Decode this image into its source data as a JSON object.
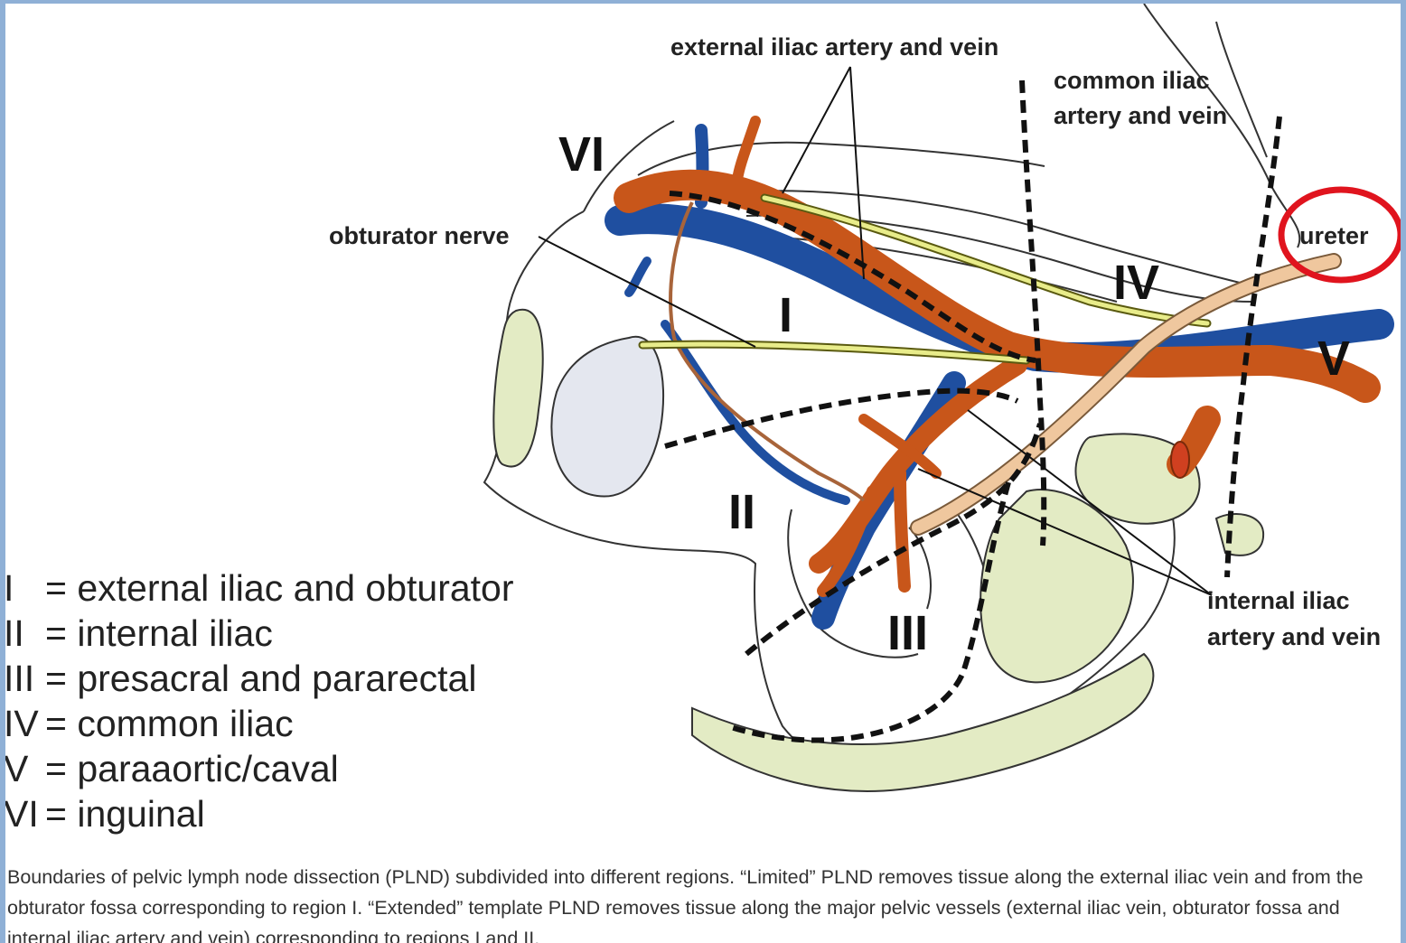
{
  "labels": {
    "external_iliac": "external iliac artery and vein",
    "common_iliac_line1": "common iliac",
    "common_iliac_line2": "artery and vein",
    "obturator_nerve": "obturator nerve",
    "ureter": "ureter",
    "internal_iliac_line1": "internal iliac",
    "internal_iliac_line2": "artery and vein"
  },
  "regions": {
    "I": "I",
    "II": "II",
    "III": "III",
    "IV": "IV",
    "V": "V",
    "VI": "VI"
  },
  "legend": [
    {
      "num": "I",
      "desc": "= external iliac and obturator"
    },
    {
      "num": "II",
      "desc": "= internal iliac"
    },
    {
      "num": "III",
      "desc": "= presacral and pararectal"
    },
    {
      "num": "IV",
      "desc": "= common iliac"
    },
    {
      "num": "V",
      "desc": "= paraaortic/caval"
    },
    {
      "num": "VI",
      "desc": "= inguinal"
    }
  ],
  "caption": "Boundaries of pelvic lymph node dissection (PLND) subdivided into different regions. “Limited” PLND removes tissue along the external iliac vein and  from the obturator fossa corresponding to region I. “Extended” template PLND removes tissue along the major pelvic vessels (external iliac vein, obturator fossa and internal iliac artery and vein) corresponding to regions I and II.",
  "colors": {
    "artery": "#c8561a",
    "vein": "#1f4fa0",
    "nerve": "#e8ec8a",
    "ureter": "#efc79e",
    "bone": "#e3ebc4",
    "highlight": "#e0141e",
    "frame": "#8fb0d6"
  }
}
